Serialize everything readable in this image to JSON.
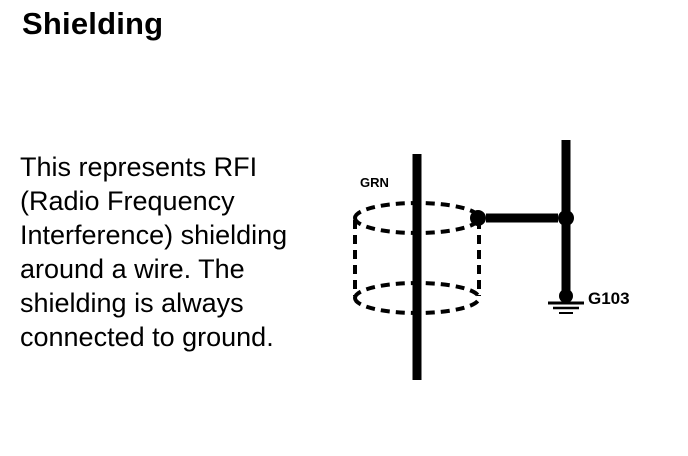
{
  "title": "Shielding",
  "description_lines": [
    "This represents RFI",
    "(Radio Frequency",
    "Interference) shielding",
    "around a wire. The",
    "shielding is always",
    "connected to ground."
  ],
  "diagram": {
    "wire_label": "GRN",
    "ground_label": "G103"
  }
}
